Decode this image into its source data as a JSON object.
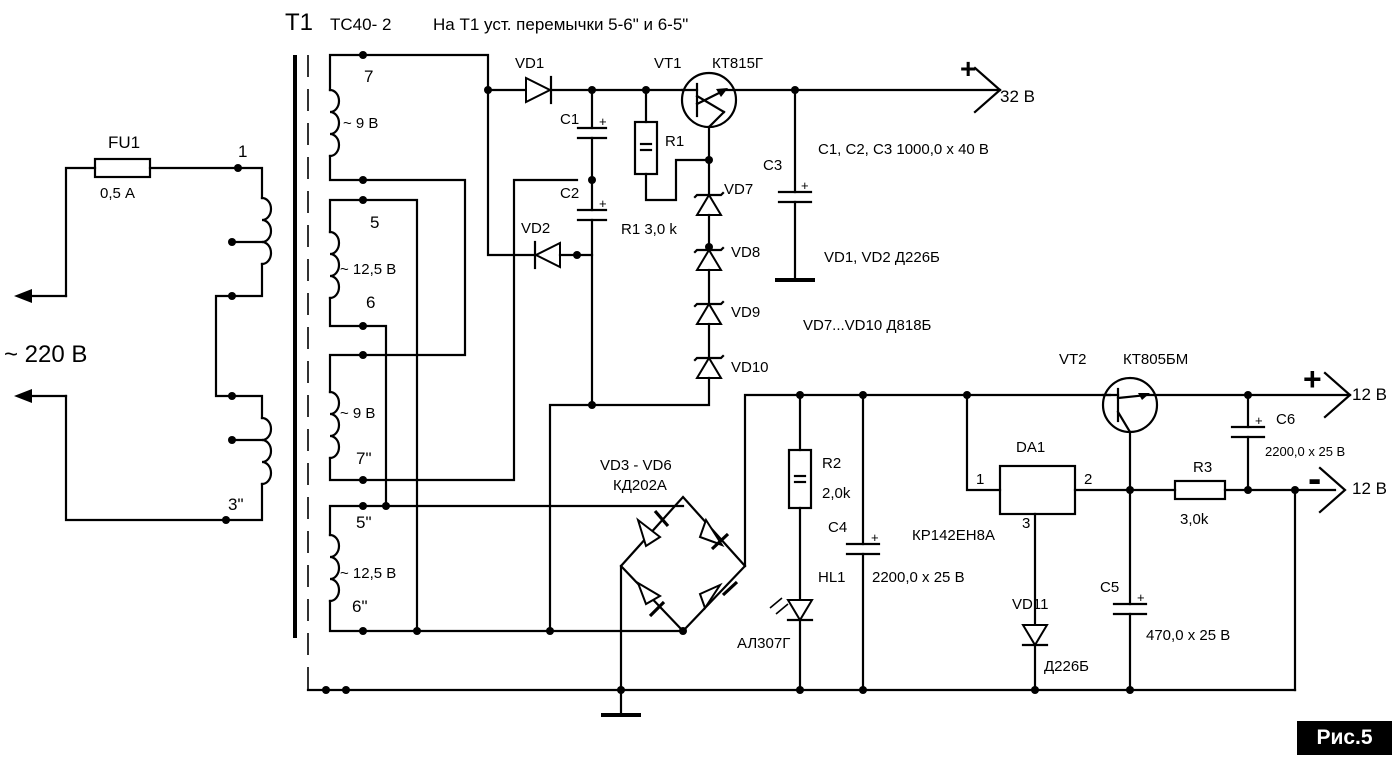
{
  "labels": {
    "t1": "T1",
    "t1_type": "ТС40- 2",
    "t1_note": "На Т1 уст. перемычки 5-6\" и  6-5\"",
    "fu1": "FU1",
    "fu1_val": "0,5 А",
    "mains": "~ 220 В",
    "pin1": "1",
    "pin3pp": "3\"",
    "w7": "7",
    "w9a": "~ 9 В",
    "w5": "5",
    "w125a": "~ 12,5 В",
    "w6": "6",
    "w9b": "~ 9 В",
    "w7pp": "7\"",
    "w5pp": "5\"",
    "w125b": "~ 12,5 В",
    "w6pp": "6\"",
    "vd1": "VD1",
    "vd2": "VD2",
    "c1": "C1",
    "c2": "C2",
    "r1": "R1",
    "r1_val": "R1 3,0 k",
    "vt1": "VT1",
    "vt1_type": "КТ815Г",
    "plus": "+",
    "out32": "32 В",
    "c3": "C3",
    "caps_note": "C1, C2, C3  1000,0 х 40 В",
    "vd7": "VD7",
    "vd8": "VD8",
    "vd9": "VD9",
    "vd10": "VD10",
    "vd12_note": "VD1, VD2  Д226Б",
    "vd710_note": "VD7...VD10  Д818Б",
    "bridge": "VD3 - VD6",
    "bridge_type": "КД202А",
    "r2": "R2",
    "r2_val": "2,0k",
    "hl1": "HL1",
    "hl1_type": "АЛ307Г",
    "c4": "C4",
    "c4_val": "2200,0 х 25 В",
    "vt2": "VT2",
    "vt2_type": "КТ805БМ",
    "da1": "DA1",
    "da1_type": "КР142ЕН8А",
    "da_pin1": "1",
    "da_pin2": "2",
    "da_pin3": "3",
    "r3": "R3",
    "r3_val": "3,0k",
    "c6": "C6",
    "c6_val": "2200,0 х 25 В",
    "c5": "C5",
    "c5_val": "470,0 х 25 В",
    "vd11": "VD11",
    "vd11_type": "Д226Б",
    "plus2": "+",
    "minus": "-",
    "out12a": "12 В",
    "out12b": "12 В",
    "cap_plus": "+"
  },
  "figure": {
    "badge": "Рис.5"
  }
}
